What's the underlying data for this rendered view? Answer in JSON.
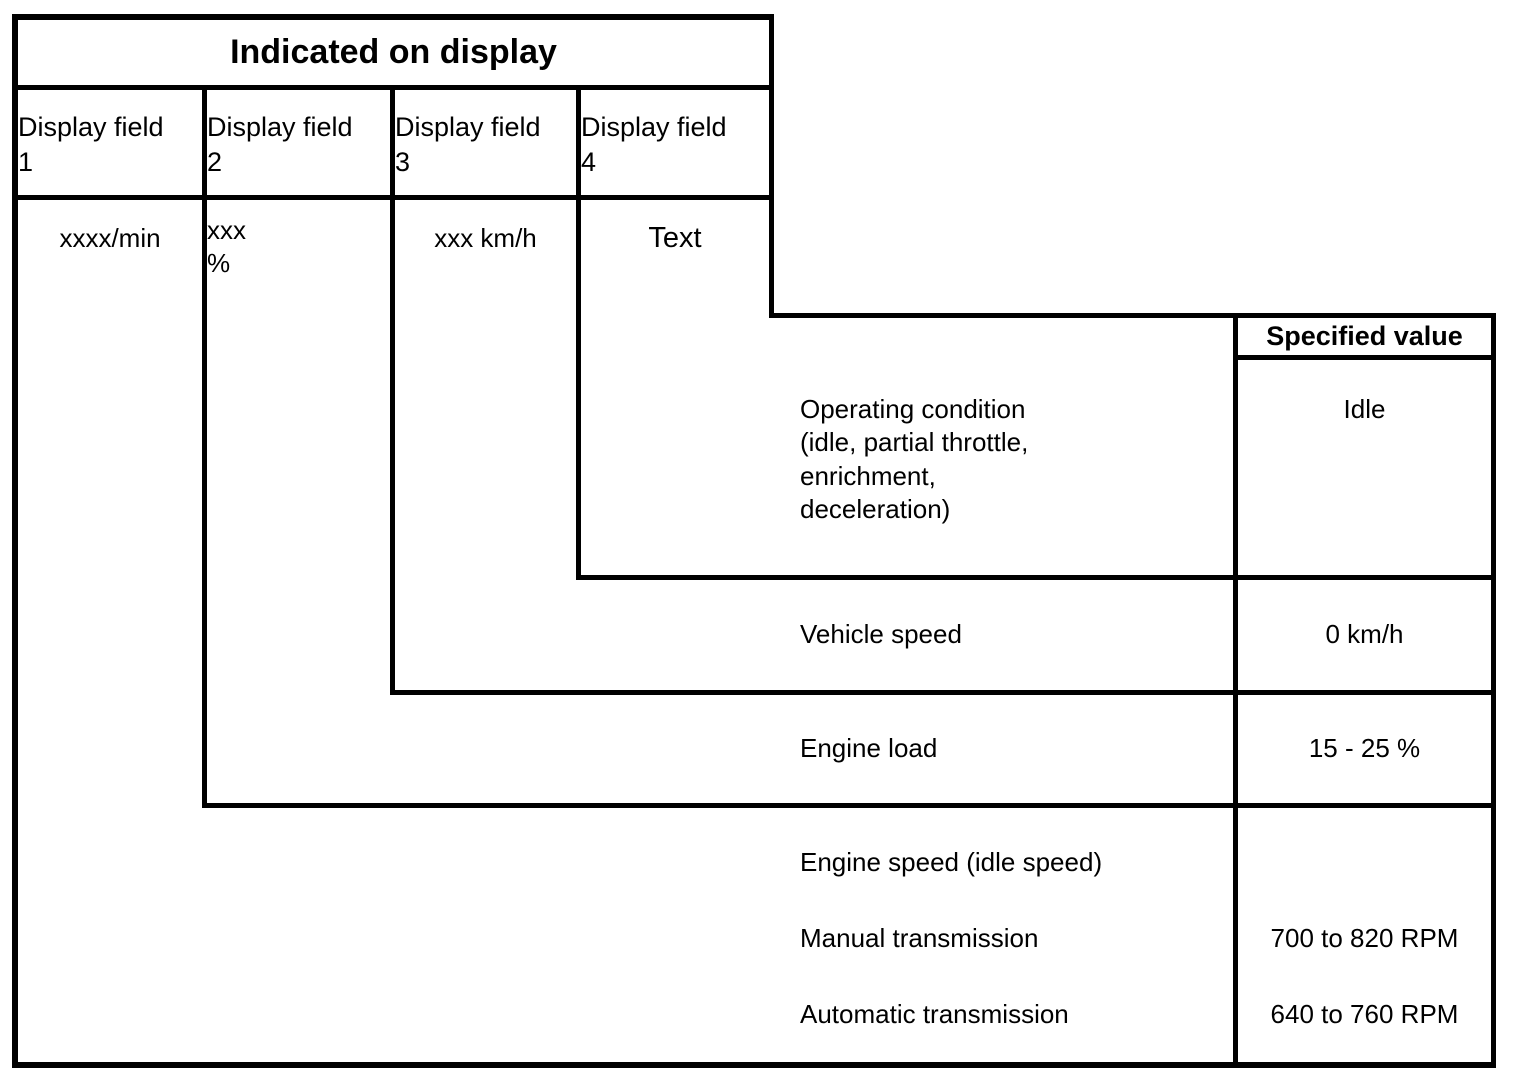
{
  "figure": {
    "type": "engineering-reference-table",
    "title": "Indicated on display"
  },
  "display_table": {
    "header": "Indicated on display",
    "columns": [
      {
        "label_line1": "Display field",
        "label_line2": "1",
        "value": "xxxx/min"
      },
      {
        "label_line1": "Display field",
        "label_line2": "2",
        "value_line1": "xxx",
        "value_line2": "%"
      },
      {
        "label_line1": "Display field",
        "label_line2": "3",
        "value": "xxx km/h"
      },
      {
        "label_line1": "Display field",
        "label_line2": "4",
        "value": "Text"
      }
    ]
  },
  "spec_table": {
    "value_header": "Specified value",
    "rows": [
      {
        "parameter_line1": "Operating condition",
        "parameter_line2": "(idle, partial throttle,",
        "parameter_line3": "enrichment,",
        "parameter_line4": "deceleration)",
        "specified_value": "Idle"
      },
      {
        "parameter_line1": "Vehicle speed",
        "specified_value": "0 km/h"
      },
      {
        "parameter_line1": "Engine load",
        "specified_value": "15 - 25 %"
      },
      {
        "parameter_line1": "Engine speed (idle speed)",
        "specified_value": ""
      },
      {
        "parameter_line1": "Manual transmission",
        "specified_value": "700 to 820 RPM"
      },
      {
        "parameter_line1": "Automatic transmission",
        "specified_value": "640 to 760 RPM"
      }
    ]
  },
  "colors": {
    "ink": "#000000",
    "paper": "#ffffff"
  }
}
